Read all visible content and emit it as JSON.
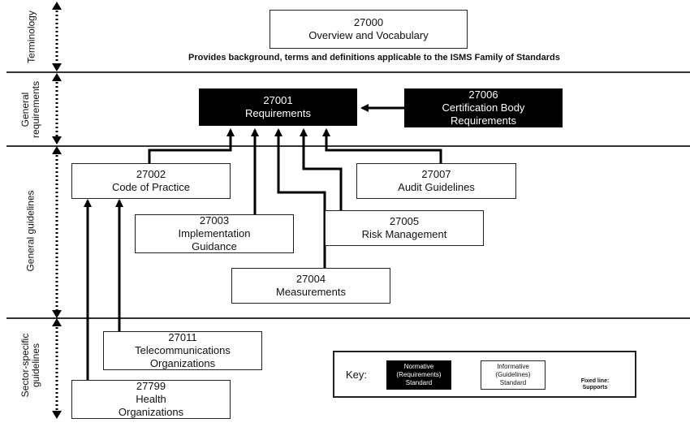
{
  "lanes": [
    {
      "label": "Terminology"
    },
    {
      "label": "General\nrequirements"
    },
    {
      "label": "General guidelines"
    },
    {
      "label": "Sector-specific\nguidelines"
    }
  ],
  "boxes": {
    "b27000": {
      "num": "27000",
      "lbl": "Overview and Vocabulary",
      "type": "informative"
    },
    "b27001": {
      "num": "27001",
      "lbl": "Requirements",
      "type": "normative"
    },
    "b27006": {
      "num": "27006",
      "lbl": "Certification Body Requirements",
      "type": "normative"
    },
    "b27002": {
      "num": "27002",
      "lbl": "Code of Practice",
      "type": "informative"
    },
    "b27007": {
      "num": "27007",
      "lbl": "Audit Guidelines",
      "type": "informative"
    },
    "b27003": {
      "num": "27003",
      "lbl": "Implementation Guidance",
      "type": "informative"
    },
    "b27005": {
      "num": "27005",
      "lbl": "Risk Management",
      "type": "informative"
    },
    "b27004": {
      "num": "27004",
      "lbl": "Measurements",
      "type": "informative"
    },
    "b27011": {
      "num": "27011",
      "lbl": "Telecommunications Organizations",
      "type": "informative"
    },
    "b27799": {
      "num": "27799",
      "lbl": "Health Organizations",
      "type": "informative"
    }
  },
  "caption": "Provides background, terms and definitions applicable to the ISMS Family of Standards",
  "key": {
    "label": "Key:",
    "normative": "Normative (Requirements) Standard",
    "informative": "Informative (Guidelines) Standard",
    "fixed_line": "Fixed line: Supports"
  },
  "edges": [
    {
      "from": "27006",
      "to": "27001",
      "relation": "supports"
    },
    {
      "from": "27002",
      "to": "27001",
      "relation": "supports"
    },
    {
      "from": "27003",
      "to": "27001",
      "relation": "supports"
    },
    {
      "from": "27004",
      "to": "27001",
      "relation": "supports"
    },
    {
      "from": "27005",
      "to": "27001",
      "relation": "supports"
    },
    {
      "from": "27007",
      "to": "27001",
      "relation": "supports"
    },
    {
      "from": "27011",
      "to": "27002",
      "relation": "supports"
    },
    {
      "from": "27799",
      "to": "27002",
      "relation": "supports"
    }
  ]
}
